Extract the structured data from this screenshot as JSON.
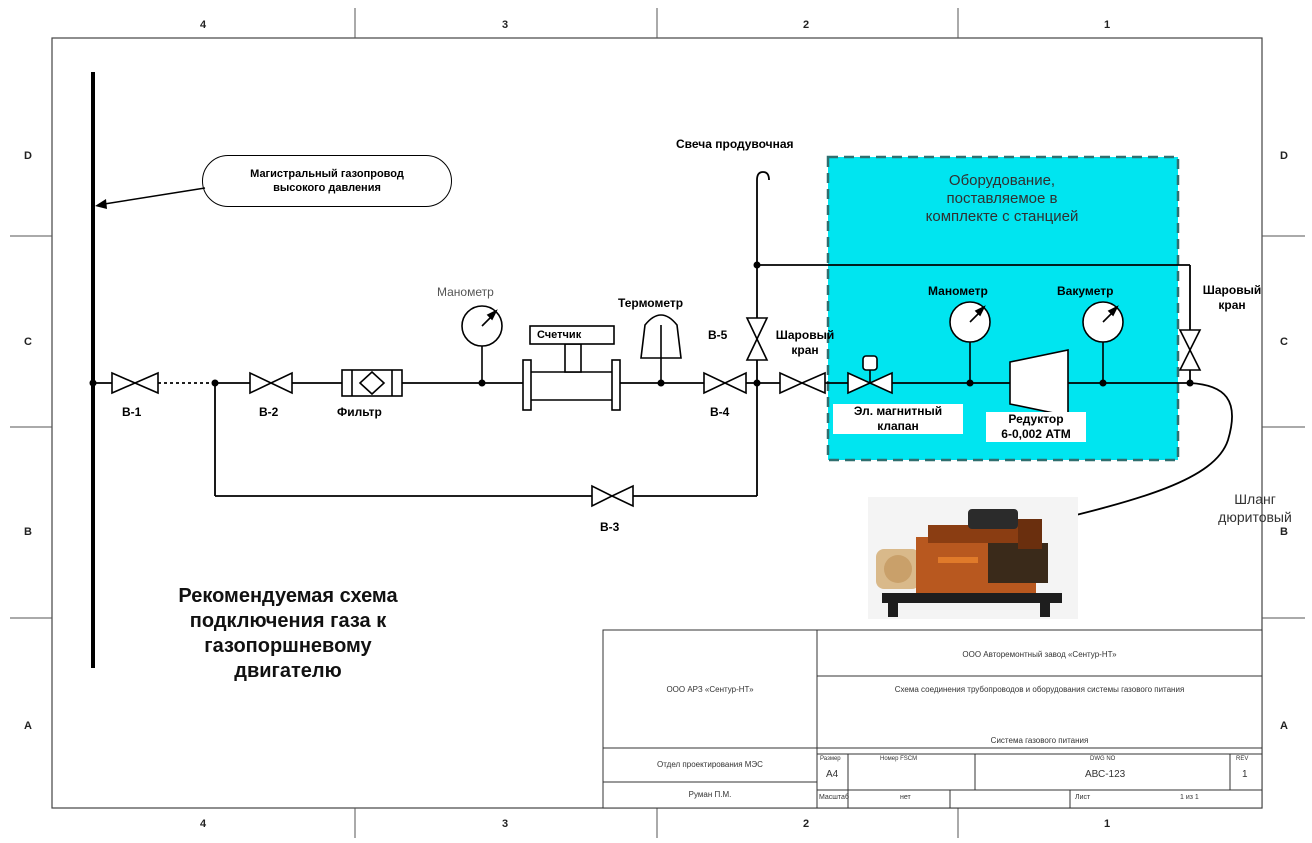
{
  "frame": {
    "columns": [
      "4",
      "3",
      "2",
      "1"
    ],
    "rows": [
      "D",
      "C",
      "B",
      "A"
    ]
  },
  "callout": {
    "line1": "Магистральный газопровод",
    "line2": "высокого давления"
  },
  "purge_candle": "Свеча продувочная",
  "equipment_zone": {
    "title_line1": "Оборудование,",
    "title_line2": "поставляемое в",
    "title_line3": "комплекте с станцией",
    "fill_color": "#00e5f0"
  },
  "components": {
    "manometer_left": "Манометр",
    "meter": "Счетчик",
    "thermometer": "Термометр",
    "filter": "Фильтр",
    "ball_valve_line1": "Шаровый",
    "ball_valve_line2": "кран",
    "right_ball_valve_line1": "Шаровый",
    "right_ball_valve_line2": "кран",
    "manometer_right": "Манометр",
    "vacuum_gauge": "Вакуметр",
    "solenoid_line1": "Эл. магнитный",
    "solenoid_line2": "клапан",
    "reducer_line1": "Редуктор",
    "reducer_line2": "6-0,002 АТМ"
  },
  "valves": {
    "b1": "В-1",
    "b2": "В-2",
    "b3": "В-3",
    "b4": "В-4",
    "b5": "В-5"
  },
  "hose": {
    "line1": "Шланг",
    "line2": "дюритовый"
  },
  "recommended": {
    "line1": "Рекомендуемая схема",
    "line2": "подключения газа к",
    "line3": "газопоршневому",
    "line4": "двигателю"
  },
  "title_block": {
    "company_full": "ООО Авторемонтный завод «Сентур-НТ»",
    "company_short": "ООО АРЗ «Сентур-НТ»",
    "drawing_title": "Схема соединения трубопроводов и оборудования системы газового питания",
    "system_name": "Система газового питания",
    "department": "Отдел проектирования МЭС",
    "author": "Руман П.М.",
    "size_label": "Размер",
    "size_value": "А4",
    "fscm_label": "Номер FSCM",
    "dwg_label": "DWG NO",
    "dwg_value": "АВС-123",
    "rev_label": "REV",
    "rev_value": "1",
    "scale_label": "Масштаб",
    "scale_value": "нет",
    "sheet_label": "Лист",
    "sheet_value": "1 из 1"
  }
}
